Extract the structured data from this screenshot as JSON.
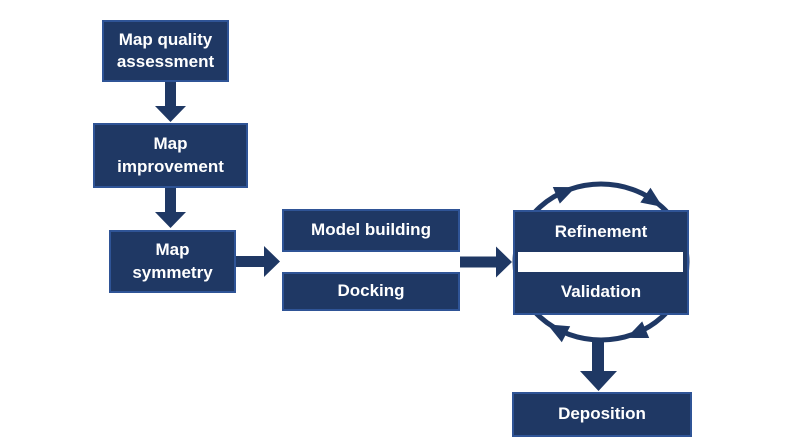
{
  "diagram": {
    "description": "Workflow flowchart",
    "nodes": {
      "map_quality": {
        "label": "Map quality\nassessment"
      },
      "map_improvement": {
        "label": "Map\nimprovement"
      },
      "map_symmetry": {
        "label": "Map\nsymmetry"
      },
      "model_building": {
        "label": "Model building"
      },
      "docking": {
        "label": "Docking"
      },
      "refinement": {
        "label": "Refinement"
      },
      "validation": {
        "label": "Validation"
      },
      "deposition": {
        "label": "Deposition"
      }
    },
    "edges": [
      {
        "from": "map_quality",
        "to": "map_improvement",
        "type": "arrow-down"
      },
      {
        "from": "map_improvement",
        "to": "map_symmetry",
        "type": "arrow-down"
      },
      {
        "from": "map_symmetry",
        "to": "model_building+docking",
        "type": "arrow-right"
      },
      {
        "from": "model_building+docking",
        "to": "refinement+validation",
        "type": "arrow-right"
      },
      {
        "from": "refinement",
        "to": "validation",
        "type": "clockwise-cycle"
      },
      {
        "from": "refinement+validation",
        "to": "deposition",
        "type": "arrow-down"
      }
    ],
    "colors": {
      "box_fill": "#1f3864",
      "box_border": "#2f5496",
      "arrow": "#1f3864",
      "text": "#ffffff",
      "background": "#ffffff"
    }
  }
}
